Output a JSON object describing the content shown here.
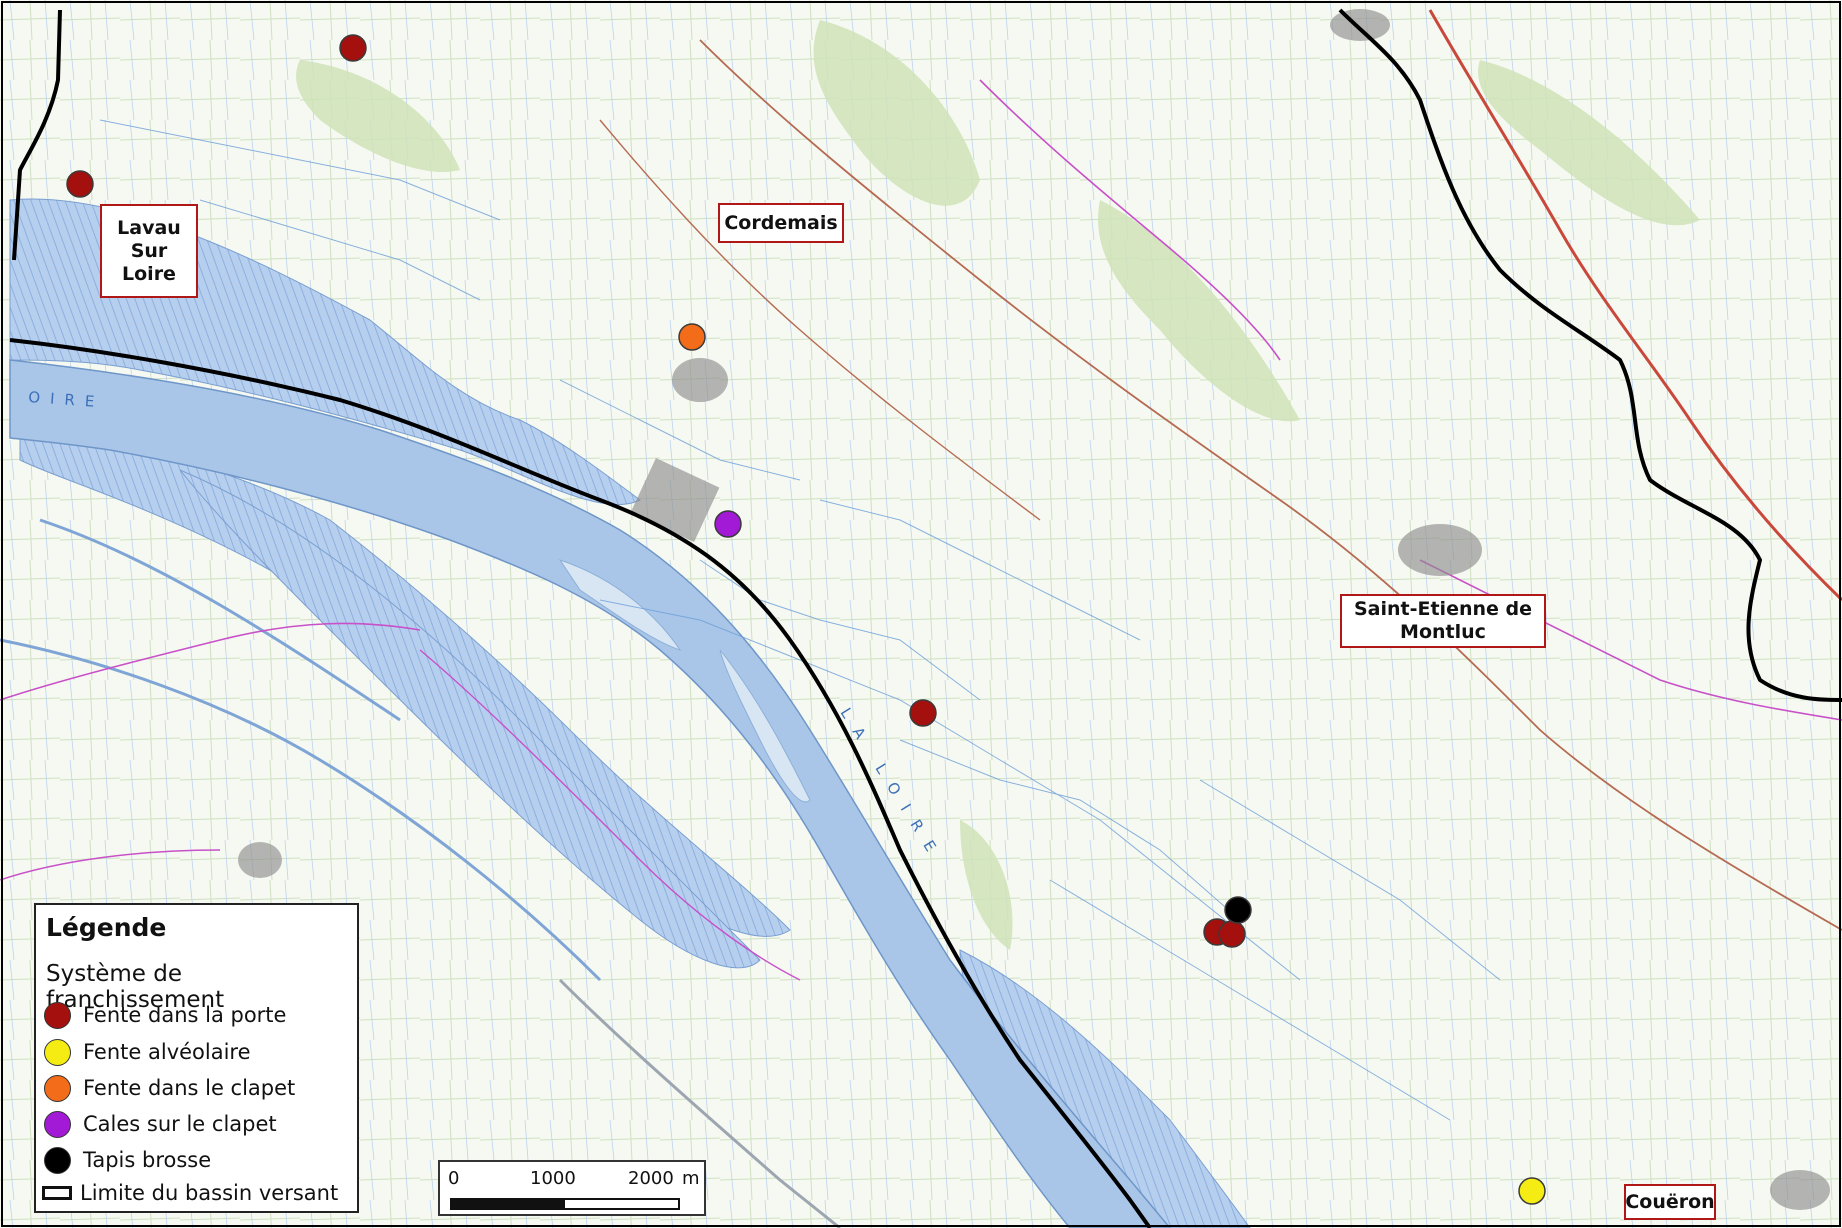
{
  "map": {
    "river_labels": [
      "OIRE",
      "LA LOIRE"
    ],
    "colors": {
      "water": "#a9c6e8",
      "water_hatch": "#7aa3d4",
      "land": "#f4f8ee",
      "green": "#c9dfb4",
      "boundary": "#000000",
      "road_red": "#c9483c",
      "admin_magenta": "#c850c8",
      "label_border": "#b01818"
    }
  },
  "towns": [
    {
      "id": "lavau",
      "name": "Lavau\nSur\nLoire"
    },
    {
      "id": "cordemais",
      "name": "Cordemais"
    },
    {
      "id": "saint-etienne",
      "name": "Saint-Etienne de\nMontluc"
    },
    {
      "id": "coueron",
      "name": "Couëron"
    }
  ],
  "legend": {
    "title": "Légende",
    "subtitle": "Système de franchissement",
    "items": [
      {
        "label": "Fente dans la porte",
        "color": "#a3100e",
        "icon": "circle"
      },
      {
        "label": "Fente alvéolaire",
        "color": "#f4ec12",
        "icon": "circle"
      },
      {
        "label": "Fente dans le clapet",
        "color": "#f26c1a",
        "icon": "circle"
      },
      {
        "label": "Cales sur le clapet",
        "color": "#a21ad6",
        "icon": "circle"
      },
      {
        "label": "Tapis brosse",
        "color": "#000000",
        "icon": "circle"
      },
      {
        "label": "Limite du bassin versant",
        "color": "#000000",
        "icon": "outline-box"
      }
    ]
  },
  "markers": [
    {
      "type": "Fente dans la porte",
      "color": "#a3100e"
    },
    {
      "type": "Fente dans la porte",
      "color": "#a3100e"
    },
    {
      "type": "Fente dans le clapet",
      "color": "#f26c1a"
    },
    {
      "type": "Cales sur le clapet",
      "color": "#a21ad6"
    },
    {
      "type": "Fente dans la porte",
      "color": "#a3100e"
    },
    {
      "type": "Fente dans la porte",
      "color": "#a3100e"
    },
    {
      "type": "Fente dans la porte",
      "color": "#a3100e"
    },
    {
      "type": "Tapis brosse",
      "color": "#000000"
    },
    {
      "type": "Fente alvéolaire",
      "color": "#f4ec12"
    }
  ],
  "scale_bar": {
    "ticks": [
      "0",
      "1000",
      "2000"
    ],
    "unit": "m"
  }
}
